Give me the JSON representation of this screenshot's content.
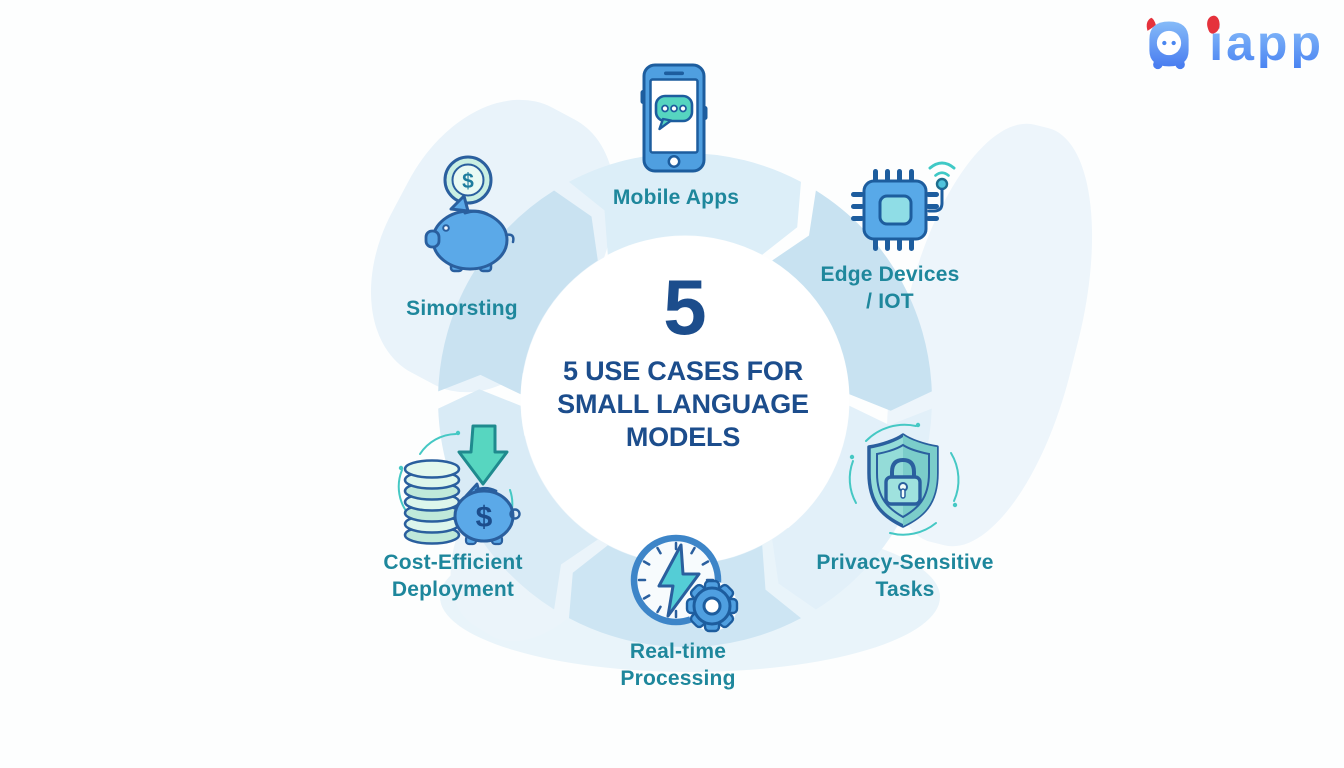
{
  "logo": {
    "text": "iapp",
    "mascot": "robot-face-mascot-icon"
  },
  "center": {
    "number": "5",
    "title": "5 USE CASES FOR\nSMALL LANGUAGE\nMODELS"
  },
  "use_cases": [
    {
      "label": "Mobile Apps",
      "icon": "smartphone-chat-icon"
    },
    {
      "label": "Edge Devices\n/ IOT",
      "icon": "chip-iot-wifi-icon"
    },
    {
      "label": "Privacy-Sensitive\nTasks",
      "icon": "shield-lock-icon"
    },
    {
      "label": "Real-time\nProcessing",
      "icon": "clock-lightning-gear-icon"
    },
    {
      "label": "Cost-Efficient\nDeployment",
      "icon": "coins-arrow-piggy-icon"
    },
    {
      "label": "Simorsting",
      "icon": "piggy-bank-coin-icon"
    }
  ],
  "colors": {
    "heading_navy": "#1c4d8c",
    "label_teal": "#1e879c",
    "icon_outline_blue": "#2a5f9e",
    "icon_fill_blue": "#55a4e6",
    "icon_teal": "#56d5c0",
    "coin_mint": "#cdf0e2",
    "logo_red": "#e5323c",
    "logo_blue": "#4a84f2",
    "ring_segments": [
      "#dceef8",
      "#c8e2f1",
      "#e2f0f9",
      "#cde5f3",
      "#d9ebf6",
      "#c9e2f1"
    ]
  }
}
